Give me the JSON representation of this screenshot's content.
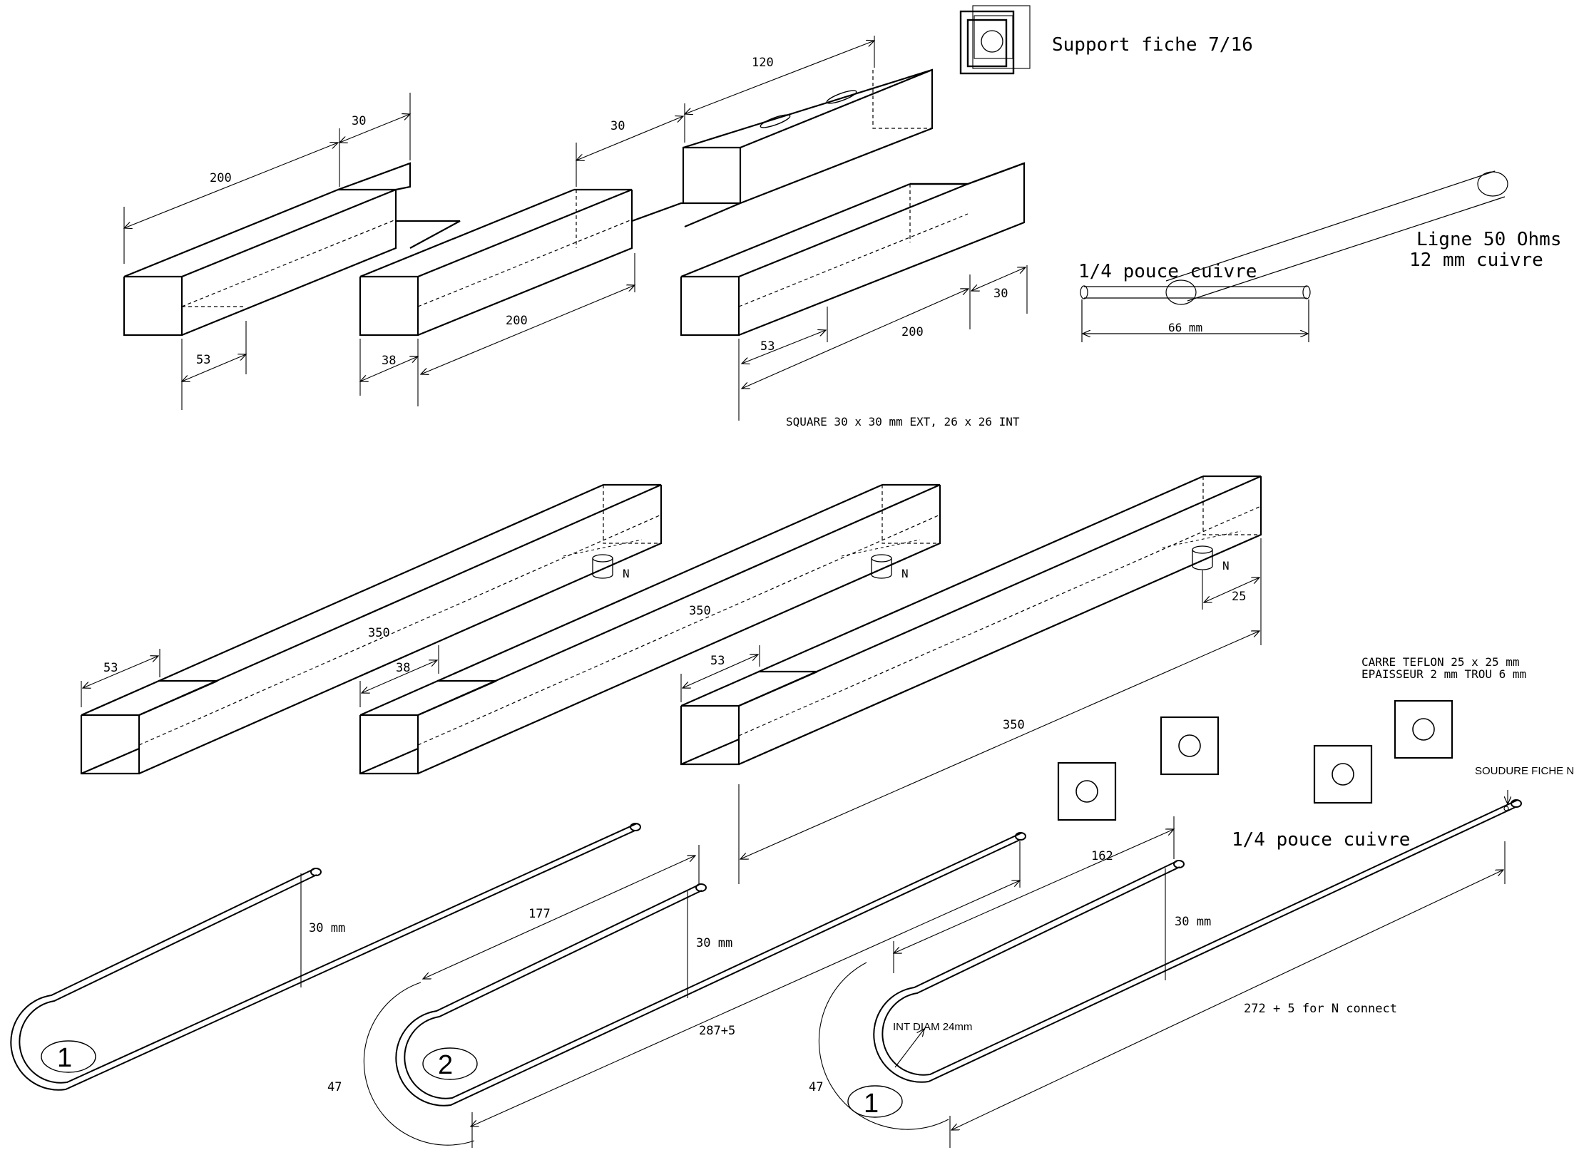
{
  "diagram": {
    "top": {
      "support": "Support fiche 7/16",
      "square_note": "SQUARE 30 x 30 mm EXT, 26 x 26 INT",
      "dims": {
        "a_200": "200",
        "a_30": "30",
        "a_53": "53",
        "b_30": "30",
        "b_120": "120",
        "b_38": "38",
        "b_200": "200",
        "c_53": "53",
        "c_200": "200",
        "c_30": "30"
      },
      "copper_tube": "1/4 pouce cuivre",
      "line_label_1": "Ligne 50 Ohms",
      "line_label_2": "12 mm cuivre",
      "tube_length": "66 mm"
    },
    "middle": {
      "dims": {
        "d_53": "53",
        "d_350": "350",
        "d_n": "N",
        "e_38": "38",
        "e_350": "350",
        "e_n": "N",
        "f_53": "53",
        "f_n": "N",
        "f_25": "25",
        "f_350": "350"
      },
      "teflon_1": "CARRE TEFLON 25 x 25 mm",
      "teflon_2": "EPAISSEUR 2 mm TROU 6 mm"
    },
    "bottom": {
      "dims": {
        "u1_30": "30 mm",
        "u1_num": "1",
        "u2_177": "177",
        "u2_30": "30 mm",
        "u2_len": "287+5",
        "u2_47": "47",
        "u2_num": "2",
        "u3_162": "162",
        "u3_30": "30 mm",
        "u3_len": "272 + 5 for N connect",
        "u3_47": "47",
        "u3_num": "1",
        "u3_int": "INT DIAM 24mm"
      },
      "copper_tube": "1/4 pouce cuivre",
      "solder": "SOUDURE FICHE N"
    }
  }
}
